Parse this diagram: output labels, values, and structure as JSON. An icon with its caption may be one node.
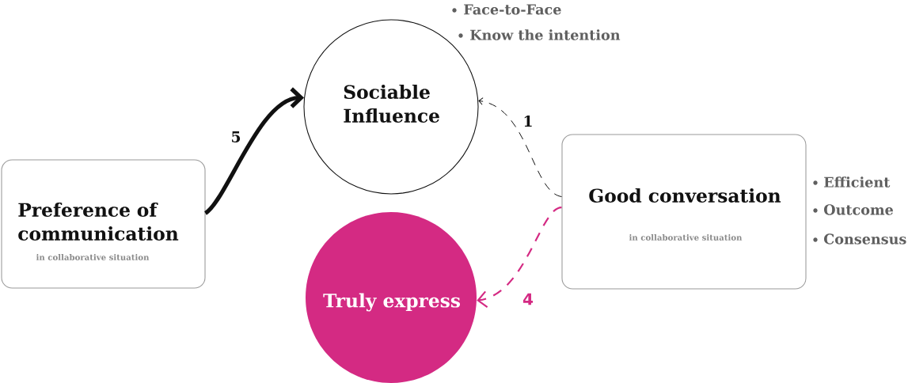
{
  "diagram": {
    "nodes": [
      {
        "text": [
          "Preference of communication",
          "in collaborative situation"
        ]
      },
      {
        "text": [
          "Sociable Influence"
        ],
        "beside": [
          "Face-to-Face",
          "Know the intention"
        ]
      },
      {
        "text": [
          "Good conversation",
          "in collaborative situation"
        ],
        "beside": [
          "Efficient",
          "Outcome",
          "Consensus"
        ]
      },
      {
        "text": [
          "Truly express"
        ]
      }
    ],
    "edges": [
      {
        "from": 0,
        "to": 1,
        "arrow": "to",
        "label": "5",
        "style": "thick"
      },
      {
        "from": 2,
        "to": 1,
        "arrow": "to",
        "label": "1",
        "style": "dashed"
      },
      {
        "from": 2,
        "to": 3,
        "arrow": "to",
        "label": "4",
        "style": "dashed",
        "color": "#d42a83"
      }
    ]
  }
}
